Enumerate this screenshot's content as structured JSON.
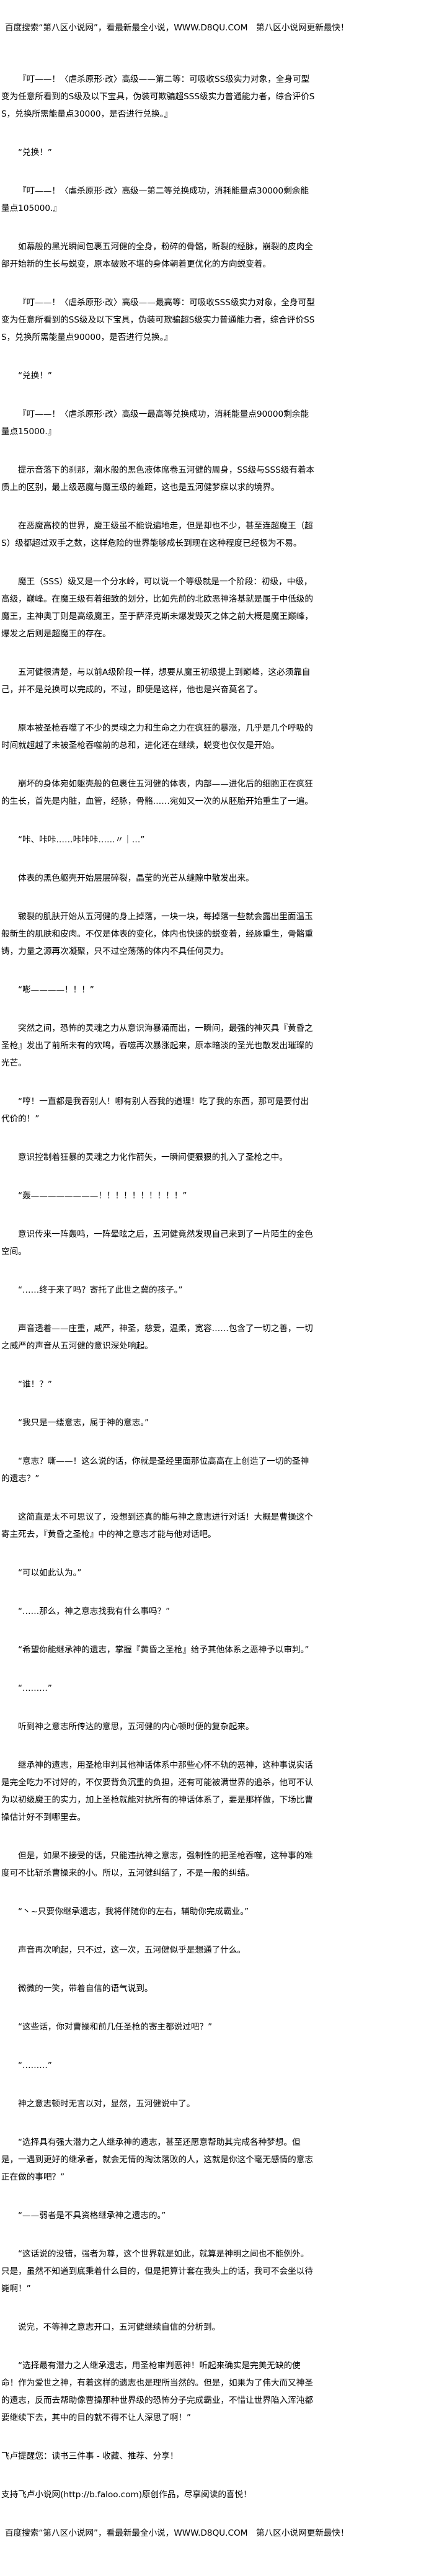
{
  "banner": "百度搜索“第八区小说网”，看最新最全小说，WWW.D8QU.COM　第八区小说网更新最快！",
  "paragraphs": [
    {
      "text": "『叮——！〈虐杀原形·改〉高级——第二等：可吸收SS级实力对象，全身可型变为任意所看到的S级及以下宝具，伪装可欺骗超SSS级实力普通能力者，综合评价SS，兑换所需能量点30000，是否进行兑换。』"
    },
    {
      "text": "“兑换！”"
    },
    {
      "text": "『叮——！〈虐杀原形·改〉高级一第二等兑换成功，消耗能量点30000剩余能量点105000.』"
    },
    {
      "text": "如幕般的黑光瞬间包裹五河健的全身，粉碎的骨骼，断裂的经脉，崩裂的皮肉全部开始新的生长与蜕变，原本破败不堪的身体朝着更优化的方向蜕变着。"
    },
    {
      "text": "『叮——！〈虐杀原形·改〉高级——最高等：可吸收SSS级实力对象，全身可型变为任意所看到的SS级及以下宝具，伪装可欺骗超S级实力普通能力者，综合评价SSS，兑换所需能量点90000，是否进行兑换。』"
    },
    {
      "text": "“兑换！”"
    },
    {
      "text": "『叮——！〈虐杀原形·改〉高级一最高等兑换成功，消耗能量点90000剩余能量点15000.』"
    },
    {
      "text": "提示音落下的刹那，潮水般的黑色液体席卷五河健的周身，SS级与SSS级有着本质上的区别，最上级恶魔与魔王级的差距，这也是五河健梦寐以求的境界。"
    },
    {
      "text": "在恶魔高校的世界，魔王级虽不能说遍地走，但是却也不少，甚至连超魔王（超S）级都超过双手之数，这样危险的世界能够成长到现在这种程度已经极为不易。"
    },
    {
      "text": "魔王（SSS）级又是一个分水岭，可以说一个等级就是一个阶段：初级，中级，高级，巅峰。在魔王级有着细致的划分，比如先前的北欧恶神洛基就是属于中低级的魔王，主神奥丁则是高级魔王，至于萨泽克斯未爆发毁灭之体之前大概是魔王巅峰，爆发之后则是超魔王的存在。"
    },
    {
      "text": "五河健很清楚，与以前A级阶段一样，想要从魔王初级提上到巅峰，这必须靠自己，并不是兑换可以完成的，不过，即便是这样，他也是兴奋莫名了。"
    },
    {
      "text": "原本被圣枪吞噬了不少的灵魂之力和生命之力在疯狂的暴涨，几乎是几个呼吸的时间就超越了未被圣枪吞噬前的总和，进化还在继续，蜕变也仅仅是开始。"
    },
    {
      "text": "崩坏的身体宛如躯壳般的包裹住五河健的体表，内部——进化后的细胞正在疯狂的生长，首先是内脏，血管，经脉，骨骼……宛如又一次的从胚胎开始重生了一遍。"
    },
    {
      "text": "“咔、咔咔……咔咔咔……〃｜…”"
    },
    {
      "text": "体表的黑色躯壳开始层层碎裂，晶莹的光芒从缝隙中散发出来。"
    },
    {
      "text": "皲裂的肌肤开始从五河健的身上掉落，一块一块，每掉落一些就会露出里面温玉般新生的肌肤和皮肉。不仅是体表的变化，体内也快速的蜕变着，经脉重生，骨骼重铸，力量之源再次凝聚，只不过空荡荡的体内不具任何灵力。"
    },
    {
      "text": "“嘭————！！！”"
    },
    {
      "text": "突然之间，恐怖的灵魂之力从意识海暴涌而出，一瞬间，最强的神灭具『黄昏之圣枪』发出了前所未有的欢鸣，吞噬再次暴涨起来，原本暗淡的圣光也散发出璀璨的光芒。"
    },
    {
      "text": "“哼！一直都是我吞别人！哪有别人吞我的道理！吃了我的东西，那可是要付出代价的！”"
    },
    {
      "text": "意识控制着狂暴的灵魂之力化作箭矢，一瞬间便狠狠的扎入了圣枪之中。"
    },
    {
      "text": "“轰————————！！！！！！！！！！”"
    },
    {
      "text": "意识传来一阵轰鸣，一阵晕眩之后，五河健竟然发现自己来到了一片陌生的金色空间。"
    },
    {
      "text": "“……终于来了吗？寄托了此世之冀的孩子。”"
    },
    {
      "text": "声音透着——庄重，威严，神圣，慈爱，温柔，宽容……包含了一切之善，一切之威严的声音从五河健的意识深处响起。"
    },
    {
      "text": "“谁！？”"
    },
    {
      "text": "“我只是一缕意志，属于神的意志。”"
    },
    {
      "text": "“意志？嘶——！这么说的话，你就是圣经里面那位高高在上创造了一切的圣神的遗志？”"
    },
    {
      "text": "这简直是太不可思议了，没想到还真的能与神之意志进行对话！大概是曹操这个寄主死去，『黄昏之圣枪』中的神之意志才能与他对话吧。"
    },
    {
      "text": "“可以如此认为。”"
    },
    {
      "text": "“……那么，神之意志找我有什么事吗？”"
    },
    {
      "text": "“希望你能继承神的遗志，掌握『黄昏之圣枪』给予其他体系之恶神予以审判。”"
    },
    {
      "text": "“………”"
    },
    {
      "text": "听到神之意志所传达的意思，五河健的内心顿时便的复杂起来。"
    },
    {
      "text": "继承神的遗志，用圣枪审判其他神话体系中那些心怀不轨的恶神，这种事说实话是完全吃力不讨好的，不仅要背负沉重的负担，还有可能被满世界的追杀，他可不认为以初级魔王的实力，加上圣枪就能对抗所有的神话体系了，要是那样做，下场比曹操估计好不到哪里去。"
    },
    {
      "text": "但是，如果不接受的话，只能违抗神之意志，强制性的把圣枪吞噬，这种事的难度可不比斩杀曹操来的小。所以，五河健纠结了，不是一般的纠结。"
    },
    {
      "text": "“丶~只要你继承遗志，我将伴随你的左右，辅助你完成霸业。”"
    },
    {
      "text": "声音再次响起，只不过，这一次，五河健似乎是想通了什么。"
    },
    {
      "text": "微微的一笑，带着自信的语气说到。"
    },
    {
      "text": "“这些话，你对曹操和前几任圣枪的寄主都说过吧？”"
    },
    {
      "text": "“………”"
    },
    {
      "text": "神之意志顿时无言以对，显然，五河健说中了。"
    },
    {
      "text": "“选择具有强大潜力之人继承神的遗志，甚至还愿意帮助其完成各种梦想。但是，一遇到更好的继承者，就会无情的淘汰落败的人，这就是你这个毫无感情的意志正在做的事吧？”"
    },
    {
      "text": "“——弱者是不具资格继承神之遗志的。”"
    },
    {
      "text": "“这话说的没错，强者为尊，这个世界就是如此，就算是神明之间也不能例外。只是，虽然不知道到底秉着什么目的，但是把算计套在我头上的话，我可不会坐以待毙啊！”"
    },
    {
      "text": "说完，不等神之意志开口，五河健继续自信的分析到。"
    },
    {
      "text": "“选择最有潜力之人继承遗志，用圣枪审判恶神！听起来确实是完美无缺的使命！作为爱世之神，有着这样的遗志也是理所当然的。但是，如果为了伟大而又神圣的遗志，反而去帮助像曹操那种世界级的恐怖分子完成霸业，不惜让世界陷入浑沌都要继续下去，其中的目的就不得不让人深思了啊！”"
    }
  ],
  "footer": {
    "reminder": "飞卢提醒您：读书三件事 - 收藏、推荐、分享！",
    "support": "支持飞卢小说网(http://b.faloo.com)原创作品，尽享阅读的喜悦！",
    "banner": "百度搜索“第八区小说网”，看最新最全小说，WWW.D8QU.COM　第八区小说网更新最快！"
  }
}
